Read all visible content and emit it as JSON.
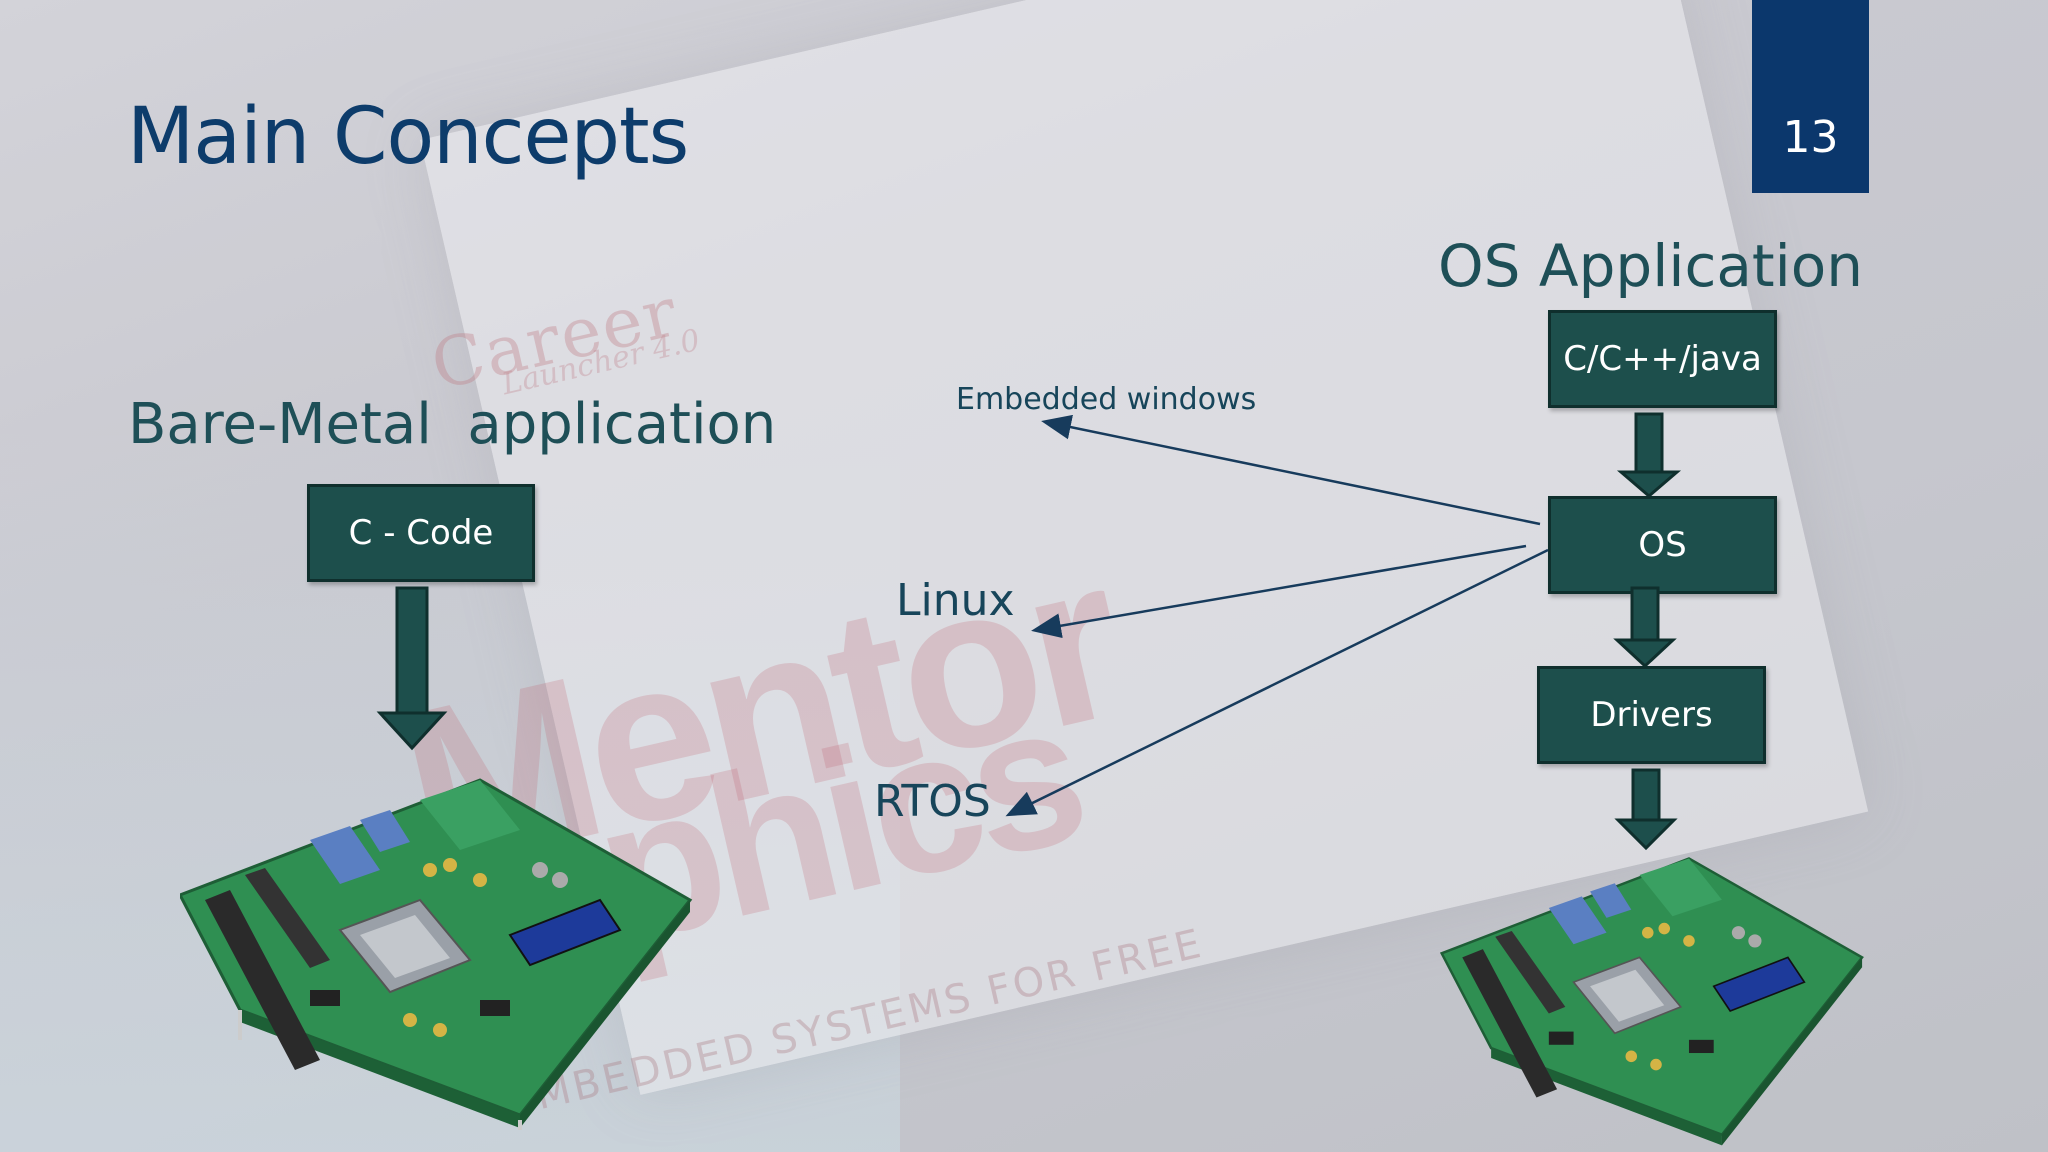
{
  "slide": {
    "title": "Main Concepts",
    "page_number": "13"
  },
  "watermark": {
    "brand_line1": "Career",
    "brand_line2": "Launcher 4.0",
    "logo_word1": "Mentor",
    "logo_word2": "Graphics",
    "tagline": "EMBEDDED SYSTEMS FOR FREE"
  },
  "bare_metal": {
    "heading": "Bare-Metal  application",
    "box_label": "C - Code"
  },
  "os_app": {
    "heading": "OS Application",
    "boxes": [
      "C/C++/java",
      "OS",
      "Drivers"
    ]
  },
  "os_options": {
    "labels": [
      "Embedded windows",
      "Linux",
      "RTOS"
    ]
  },
  "colors": {
    "title": "#0d3c6b",
    "box_fill": "#1d4f4c",
    "page_badge": "#0b376c",
    "heading": "#1e4f57"
  }
}
